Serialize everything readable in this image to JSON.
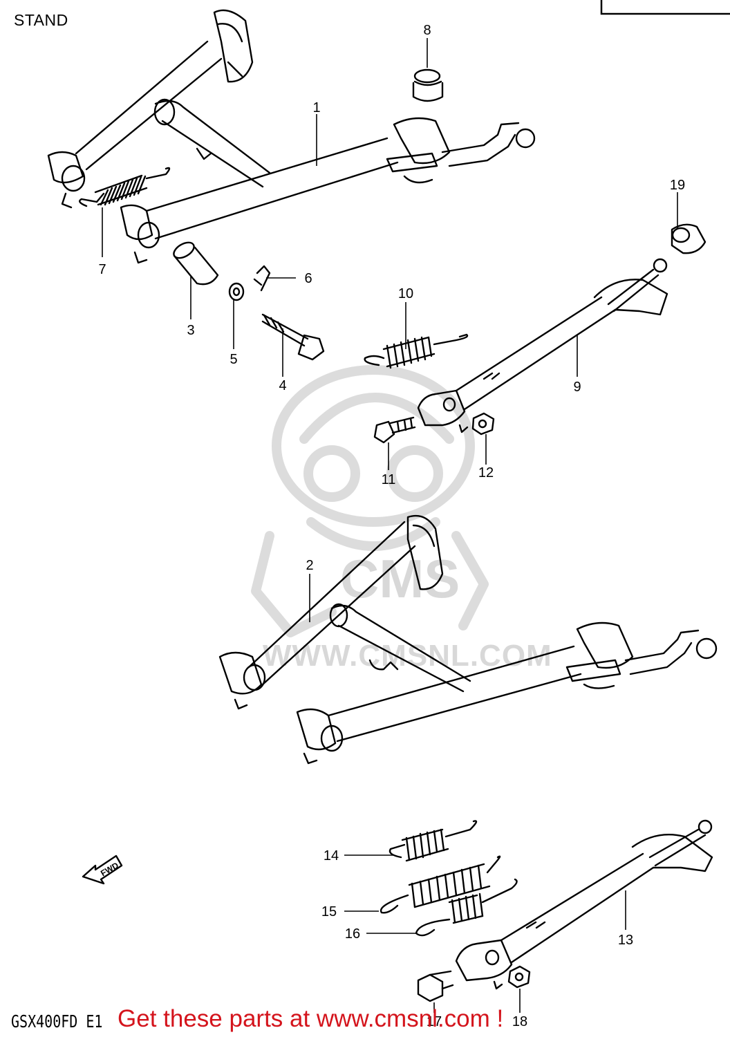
{
  "header": {
    "title": "STAND"
  },
  "footer": {
    "model_code": "GSX400FD E1",
    "promo": "Get these parts at www.cmsnl.com !"
  },
  "watermark": {
    "brand": "CMS",
    "url": "WWW.CMSNL.COM"
  },
  "fwd_badge": "FWD",
  "callouts": [
    "1",
    "2",
    "3",
    "4",
    "5",
    "6",
    "7",
    "8",
    "9",
    "10",
    "11",
    "12",
    "13",
    "14",
    "15",
    "16",
    "17",
    "18",
    "19"
  ],
  "colors": {
    "promo": "#d4141c",
    "line": "#000000",
    "watermark": "#d8d8d8"
  }
}
